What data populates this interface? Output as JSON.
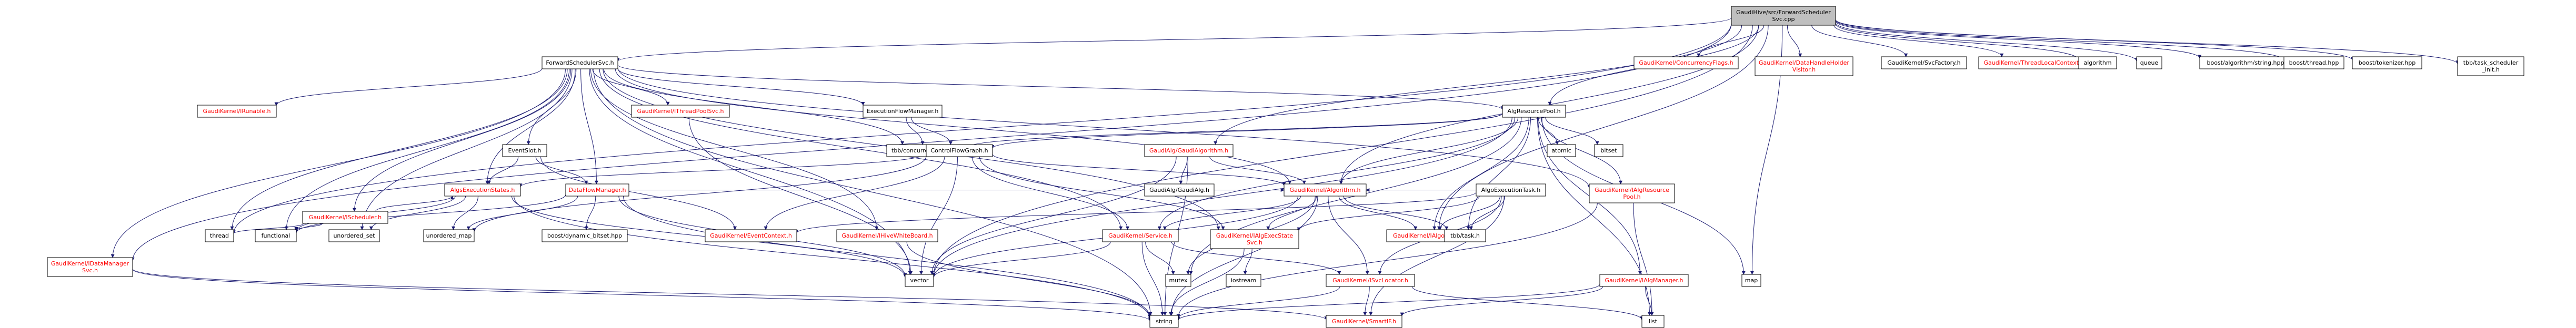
{
  "diagram": {
    "colors": {
      "edge": "#191970",
      "root_fill": "#bfbfbf",
      "node_fill": "#ffffff",
      "linked_text": "#000000",
      "missing_text": "#ff0000"
    },
    "nodes": [
      {
        "id": "root",
        "lines": [
          "GaudiHive/src/ForwardScheduler",
          "Svc.cpp"
        ],
        "kind": "root"
      },
      {
        "id": "fss_h",
        "lines": [
          "ForwardSchedulerSvc.h"
        ],
        "kind": "linked"
      },
      {
        "id": "cc_flags",
        "lines": [
          "GaudiKernel/ConcurrencyFlags.h"
        ],
        "kind": "missing"
      },
      {
        "id": "dhh_visitor",
        "lines": [
          "GaudiKernel/DataHandleHolder",
          "Visitor.h"
        ],
        "kind": "missing"
      },
      {
        "id": "svcfactory",
        "lines": [
          "GaudiKernel/SvcFactory.h"
        ],
        "kind": "linked"
      },
      {
        "id": "tlc",
        "lines": [
          "GaudiKernel/ThreadLocalContext.h"
        ],
        "kind": "missing"
      },
      {
        "id": "algorithm",
        "lines": [
          "algorithm"
        ],
        "kind": "linked"
      },
      {
        "id": "queue",
        "lines": [
          "queue"
        ],
        "kind": "linked"
      },
      {
        "id": "boost_algo_string",
        "lines": [
          "boost/algorithm/string.hpp"
        ],
        "kind": "linked"
      },
      {
        "id": "boost_thread",
        "lines": [
          "boost/thread.hpp"
        ],
        "kind": "linked"
      },
      {
        "id": "boost_tokenizer",
        "lines": [
          "boost/tokenizer.hpp"
        ],
        "kind": "linked"
      },
      {
        "id": "tbb_task_sched",
        "lines": [
          "tbb/task_scheduler",
          "_init.h"
        ],
        "kind": "linked"
      },
      {
        "id": "irunable",
        "lines": [
          "GaudiKernel/IRunable.h"
        ],
        "kind": "missing"
      },
      {
        "id": "ithreadpoolsvc",
        "lines": [
          "GaudiKernel/IThreadPoolSvc.h"
        ],
        "kind": "missing"
      },
      {
        "id": "execflowmgr",
        "lines": [
          "ExecutionFlowManager.h"
        ],
        "kind": "linked"
      },
      {
        "id": "algresourcepool",
        "lines": [
          "AlgResourcePool.h"
        ],
        "kind": "linked"
      },
      {
        "id": "tbb_cq",
        "lines": [
          "tbb/concurrent_queue.h"
        ],
        "kind": "linked"
      },
      {
        "id": "controlflowgraph",
        "lines": [
          "ControlFlowGraph.h"
        ],
        "kind": "linked"
      },
      {
        "id": "gaudialg_gaudialgorithm",
        "lines": [
          "GaudiAlg/GaudiAlgorithm.h"
        ],
        "kind": "missing"
      },
      {
        "id": "atomic",
        "lines": [
          "atomic"
        ],
        "kind": "linked"
      },
      {
        "id": "bitset",
        "lines": [
          "bitset"
        ],
        "kind": "linked"
      },
      {
        "id": "eventslot",
        "lines": [
          "EventSlot.h"
        ],
        "kind": "linked"
      },
      {
        "id": "ischeduler",
        "lines": [
          "GaudiKernel/IScheduler.h"
        ],
        "kind": "missing"
      },
      {
        "id": "algsexecstates",
        "lines": [
          "AlgsExecutionStates.h"
        ],
        "kind": "missing"
      },
      {
        "id": "dataflowmgr",
        "lines": [
          "DataFlowManager.h"
        ],
        "kind": "missing"
      },
      {
        "id": "gaudialg_gaudialg",
        "lines": [
          "GaudiAlg/GaudiAlg.h"
        ],
        "kind": "linked"
      },
      {
        "id": "gk_algorithm",
        "lines": [
          "GaudiKernel/Algorithm.h"
        ],
        "kind": "missing"
      },
      {
        "id": "algoexectask",
        "lines": [
          "AlgoExecutionTask.h"
        ],
        "kind": "linked"
      },
      {
        "id": "ialgresourcepool",
        "lines": [
          "GaudiKernel/IAlgResource",
          "Pool.h"
        ],
        "kind": "missing"
      },
      {
        "id": "idatamanagersvc",
        "lines": [
          "GaudiKernel/IDataManager",
          "Svc.h"
        ],
        "kind": "missing"
      },
      {
        "id": "thread",
        "lines": [
          "thread"
        ],
        "kind": "linked"
      },
      {
        "id": "functional",
        "lines": [
          "functional"
        ],
        "kind": "linked"
      },
      {
        "id": "unordered_set",
        "lines": [
          "unordered_set"
        ],
        "kind": "linked"
      },
      {
        "id": "unordered_map",
        "lines": [
          "unordered_map"
        ],
        "kind": "linked"
      },
      {
        "id": "boost_dynbitset",
        "lines": [
          "boost/dynamic_bitset.hpp"
        ],
        "kind": "linked"
      },
      {
        "id": "eventcontext",
        "lines": [
          "GaudiKernel/EventContext.h"
        ],
        "kind": "missing"
      },
      {
        "id": "ihivewhiteboard",
        "lines": [
          "GaudiKernel/IHiveWhiteBoard.h"
        ],
        "kind": "missing"
      },
      {
        "id": "ialgexecstatesvc",
        "lines": [
          "GaudiKernel/IAlgExecState",
          "Svc.h"
        ],
        "kind": "missing"
      },
      {
        "id": "ialgorithm",
        "lines": [
          "GaudiKernel/IAlgorithm.h"
        ],
        "kind": "missing"
      },
      {
        "id": "tbb_task",
        "lines": [
          "tbb/task.h"
        ],
        "kind": "linked"
      },
      {
        "id": "gk_service",
        "lines": [
          "GaudiKernel/Service.h"
        ],
        "kind": "missing"
      },
      {
        "id": "vector",
        "lines": [
          "vector"
        ],
        "kind": "linked"
      },
      {
        "id": "mutex",
        "lines": [
          "mutex"
        ],
        "kind": "linked"
      },
      {
        "id": "iostream",
        "lines": [
          "iostream"
        ],
        "kind": "linked"
      },
      {
        "id": "isvclocator",
        "lines": [
          "GaudiKernel/ISvcLocator.h"
        ],
        "kind": "missing"
      },
      {
        "id": "ialgmanager",
        "lines": [
          "GaudiKernel/IAlgManager.h"
        ],
        "kind": "missing"
      },
      {
        "id": "map",
        "lines": [
          "map"
        ],
        "kind": "linked"
      },
      {
        "id": "string",
        "lines": [
          "string"
        ],
        "kind": "linked"
      },
      {
        "id": "smartif",
        "lines": [
          "GaudiKernel/SmartIF.h"
        ],
        "kind": "missing"
      },
      {
        "id": "list",
        "lines": [
          "list"
        ],
        "kind": "linked"
      }
    ],
    "edges": [
      [
        "root",
        "fss_h"
      ],
      [
        "root",
        "cc_flags"
      ],
      [
        "root",
        "dhh_visitor"
      ],
      [
        "root",
        "svcfactory"
      ],
      [
        "root",
        "tlc"
      ],
      [
        "root",
        "algorithm"
      ],
      [
        "root",
        "queue"
      ],
      [
        "root",
        "boost_algo_string"
      ],
      [
        "root",
        "boost_thread"
      ],
      [
        "root",
        "boost_tokenizer"
      ],
      [
        "root",
        "tbb_task_sched"
      ],
      [
        "root",
        "algresourcepool"
      ],
      [
        "root",
        "gaudialg_gaudialgorithm"
      ],
      [
        "root",
        "idatamanagersvc"
      ],
      [
        "root",
        "thread"
      ],
      [
        "root",
        "map"
      ],
      [
        "root",
        "vector"
      ],
      [
        "root",
        "gk_algorithm"
      ],
      [
        "root",
        "ialgorithm"
      ],
      [
        "fss_h",
        "irunable"
      ],
      [
        "fss_h",
        "ithreadpoolsvc"
      ],
      [
        "fss_h",
        "execflowmgr"
      ],
      [
        "fss_h",
        "eventslot"
      ],
      [
        "fss_h",
        "ischeduler"
      ],
      [
        "fss_h",
        "algsexecstates"
      ],
      [
        "fss_h",
        "dataflowmgr"
      ],
      [
        "fss_h",
        "algresourcepool"
      ],
      [
        "fss_h",
        "tbb_cq"
      ],
      [
        "fss_h",
        "gk_algorithm"
      ],
      [
        "fss_h",
        "thread"
      ],
      [
        "fss_h",
        "functional"
      ],
      [
        "fss_h",
        "unordered_set"
      ],
      [
        "fss_h",
        "gk_service"
      ],
      [
        "fss_h",
        "ihivewhiteboard"
      ],
      [
        "fss_h",
        "ialgexecstatesvc"
      ],
      [
        "fss_h",
        "vector"
      ],
      [
        "fss_h",
        "string"
      ],
      [
        "fss_h",
        "ialgresourcepool"
      ],
      [
        "fss_h",
        "idatamanagersvc"
      ],
      [
        "execflowmgr",
        "controlflowgraph"
      ],
      [
        "execflowmgr",
        "tbb_cq"
      ],
      [
        "ithreadpoolsvc",
        "vector"
      ],
      [
        "algresourcepool",
        "tbb_cq"
      ],
      [
        "algresourcepool",
        "controlflowgraph"
      ],
      [
        "algresourcepool",
        "atomic"
      ],
      [
        "algresourcepool",
        "bitset"
      ],
      [
        "algresourcepool",
        "ialgresourcepool"
      ],
      [
        "algresourcepool",
        "gk_algorithm"
      ],
      [
        "algresourcepool",
        "ialgorithm"
      ],
      [
        "algresourcepool",
        "gk_service"
      ],
      [
        "algresourcepool",
        "mutex"
      ],
      [
        "algresourcepool",
        "map"
      ],
      [
        "algresourcepool",
        "list"
      ],
      [
        "algresourcepool",
        "ialgmanager"
      ],
      [
        "algresourcepool",
        "tbb_task"
      ],
      [
        "algresourcepool",
        "vector"
      ],
      [
        "controlflowgraph",
        "algsexecstates"
      ],
      [
        "controlflowgraph",
        "gk_algorithm"
      ],
      [
        "controlflowgraph",
        "vector"
      ],
      [
        "controlflowgraph",
        "unordered_map"
      ],
      [
        "controlflowgraph",
        "eventcontext"
      ],
      [
        "controlflowgraph",
        "gk_service"
      ],
      [
        "controlflowgraph",
        "ialgexecstatesvc"
      ],
      [
        "gaudialg_gaudialgorithm",
        "gaudialg_gaudialg"
      ],
      [
        "gaudialg_gaudialgorithm",
        "gk_algorithm"
      ],
      [
        "gaudialg_gaudialgorithm",
        "vector"
      ],
      [
        "gaudialg_gaudialgorithm",
        "string"
      ],
      [
        "eventslot",
        "algsexecstates"
      ],
      [
        "eventslot",
        "dataflowmgr"
      ],
      [
        "eventslot",
        "eventcontext"
      ],
      [
        "ischeduler",
        "functional"
      ],
      [
        "ischeduler",
        "algsexecstates"
      ],
      [
        "ischeduler",
        "thread"
      ],
      [
        "algsexecstates",
        "string"
      ],
      [
        "algsexecstates",
        "vector"
      ],
      [
        "algsexecstates",
        "unordered_map"
      ],
      [
        "algsexecstates",
        "functional"
      ],
      [
        "algsexecstates",
        "unordered_set"
      ],
      [
        "dataflowmgr",
        "unordered_map"
      ],
      [
        "dataflowmgr",
        "boost_dynbitset"
      ],
      [
        "dataflowmgr",
        "vector"
      ],
      [
        "dataflowmgr",
        "string"
      ],
      [
        "dataflowmgr",
        "functional"
      ],
      [
        "dataflowmgr",
        "gk_algorithm"
      ],
      [
        "gk_algorithm",
        "ialgorithm"
      ],
      [
        "gk_algorithm",
        "gk_service"
      ],
      [
        "gk_algorithm",
        "string"
      ],
      [
        "gk_algorithm",
        "vector"
      ],
      [
        "gk_algorithm",
        "mutex"
      ],
      [
        "gk_algorithm",
        "tbb_task"
      ],
      [
        "gk_algorithm",
        "ialgexecstatesvc"
      ],
      [
        "gk_algorithm",
        "isvclocator"
      ],
      [
        "algoexectask",
        "gk_algorithm"
      ],
      [
        "algoexectask",
        "tbb_task"
      ],
      [
        "algoexectask",
        "ialgorithm"
      ],
      [
        "algoexectask",
        "isvclocator"
      ],
      [
        "algoexectask",
        "ialgexecstatesvc"
      ],
      [
        "algoexectask",
        "eventcontext"
      ],
      [
        "algoexectask",
        "smartif"
      ],
      [
        "ialgresourcepool",
        "string"
      ],
      [
        "ialgresourcepool",
        "list"
      ],
      [
        "idatamanagersvc",
        "string"
      ],
      [
        "idatamanagersvc",
        "smartif"
      ],
      [
        "ialgexecstatesvc",
        "string"
      ],
      [
        "ialgexecstatesvc",
        "iostream"
      ],
      [
        "gk_service",
        "vector"
      ],
      [
        "gk_service",
        "mutex"
      ],
      [
        "gk_service",
        "isvclocator"
      ],
      [
        "gk_service",
        "string"
      ],
      [
        "isvclocator",
        "smartif"
      ],
      [
        "isvclocator",
        "string"
      ],
      [
        "isvclocator",
        "list"
      ],
      [
        "ialgmanager",
        "string"
      ],
      [
        "ialgmanager",
        "list"
      ],
      [
        "ialgmanager",
        "smartif"
      ],
      [
        "ihivewhiteboard",
        "string"
      ]
    ]
  }
}
